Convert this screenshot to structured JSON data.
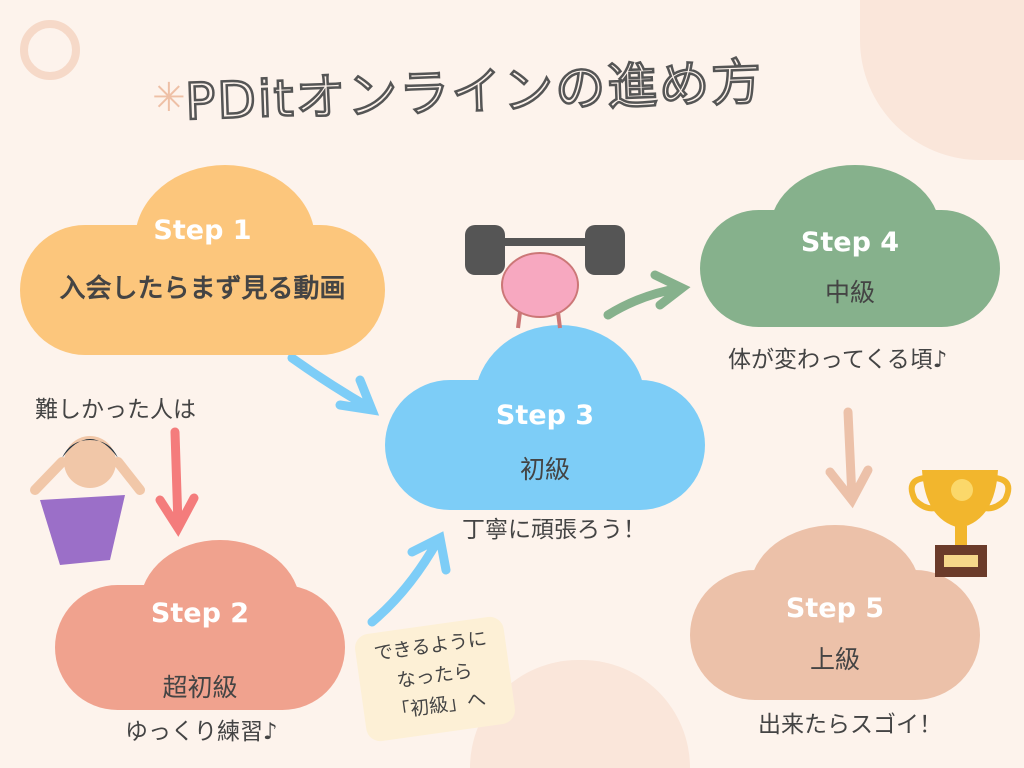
{
  "title": "PDitオンラインの進め方",
  "steps": [
    {
      "step": "Step 1",
      "level": "入会したらまず見る動画",
      "color": "#fcc67c"
    },
    {
      "step": "Step 2",
      "level": "超初級",
      "caption": "ゆっくり練習♪",
      "color": "#f0a28e"
    },
    {
      "step": "Step 3",
      "level": "初級",
      "caption": "丁寧に頑張ろう！",
      "color": "#7dcdf7"
    },
    {
      "step": "Step 4",
      "level": "中級",
      "caption": "体が変わってくる頃♪",
      "color": "#86b18c"
    },
    {
      "step": "Step 5",
      "level": "上級",
      "caption": "出来たらスゴイ！",
      "color": "#ecc1a9"
    }
  ],
  "side_note": "難しかった人は",
  "sticky_note": [
    "できるように",
    "なったら",
    "「初級」へ"
  ]
}
